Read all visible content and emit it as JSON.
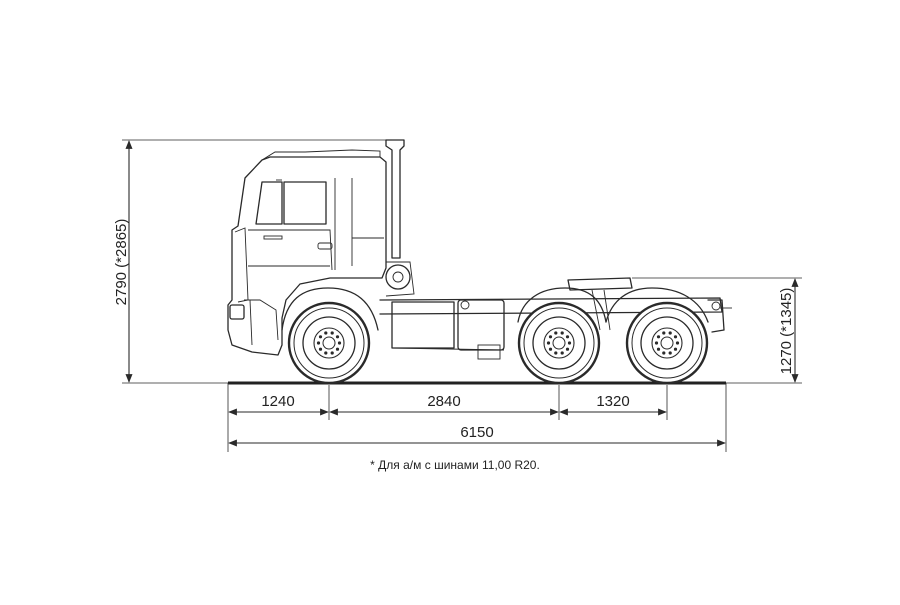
{
  "dimensions": {
    "front_overhang": "1240",
    "wheelbase_front": "2840",
    "wheelbase_rear": "1320",
    "overall_length": "6150",
    "overall_height": "2790 (*2865)",
    "fifth_wheel_height": "1270 (*1345)"
  },
  "footnote": "*  Для а/м с шинами 11,00 R20.",
  "colors": {
    "line": "#2a2a2a",
    "background": "#ffffff"
  }
}
